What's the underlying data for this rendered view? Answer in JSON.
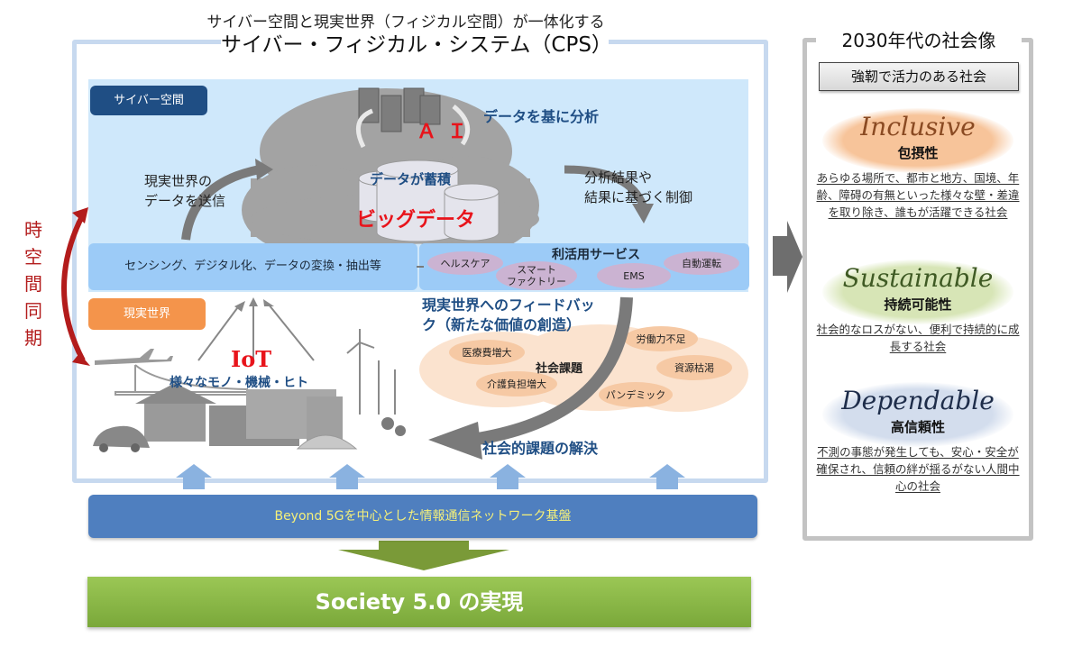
{
  "header": {
    "subtitle": "サイバー空間と現実世界（フィジカル空間）が一体化する",
    "title": "サイバー・フィジカル・システム（CPS）"
  },
  "cyber": {
    "label": "サイバー空間",
    "send_data_line1": "現実世界の",
    "send_data_line2": "データを送信",
    "ai": "ＡＩ",
    "analyze": "データを基に分析",
    "accumulate": "データが蓄積",
    "bigdata": "ビッグデータ",
    "result_line1": "分析結果や",
    "result_line2": "結果に基づく制御"
  },
  "sensing": {
    "label": "センシング、デジタル化、データの変換・抽出等"
  },
  "services": {
    "title": "利活用サービス",
    "items": [
      "ヘルスケア",
      "スマート\nファクトリー",
      "EMS",
      "自動運転"
    ]
  },
  "real": {
    "label": "現実世界",
    "iot": "IoT",
    "things": "様々なモノ・機械・ヒト",
    "feedback_line1": "現実世界へのフィードバッ",
    "feedback_line2": "ク（新たな価値の創造）",
    "issues_center": "社会課題",
    "issues": [
      "医療費増大",
      "介護負担増大",
      "労働力不足",
      "資源枯渇",
      "パンデミック"
    ],
    "solution": "社会的課題の解決"
  },
  "sync": {
    "label": "時空間同期"
  },
  "network": {
    "label": "Beyond 5Gを中心とした情報通信ネットワーク基盤"
  },
  "society": {
    "label": "Society 5.0 の実現"
  },
  "vision": {
    "title": "2030年代の社会像",
    "box": "強靭で活力のある社会",
    "pillars": [
      {
        "en": "Inclusive",
        "jp": "包摂性",
        "desc": "あらゆる場所で、都市と地方、国境、年齢、障碍の有無といった様々な壁・差違を取り除き、誰もが活躍できる社会",
        "color": "#f7c49a",
        "text_color": "#8a4a22"
      },
      {
        "en": "Sustainable",
        "jp": "持続可能性",
        "desc": "社会的なロスがない、便利で持続的に成長する社会",
        "color": "#d7e5b6",
        "text_color": "#3f5a24"
      },
      {
        "en": "Dependable",
        "jp": "高信頼性",
        "desc": "不測の事態が発生しても、安心・安全が確保され、信頼の絆が揺るがない人間中心の社会",
        "color": "#d3dded",
        "text_color": "#1e2d4a"
      }
    ]
  },
  "colors": {
    "cyber_bg": "#cfe8fb",
    "cyber_label": "#1f4e84",
    "real_label": "#f4944b",
    "sensing_bar": "#9ccbf7",
    "network_bar": "#4f7fbf",
    "network_text": "#f5f07a",
    "society_bar": "#8ab847",
    "accent_red": "#e8141b",
    "sync_red": "#b31c1c"
  }
}
